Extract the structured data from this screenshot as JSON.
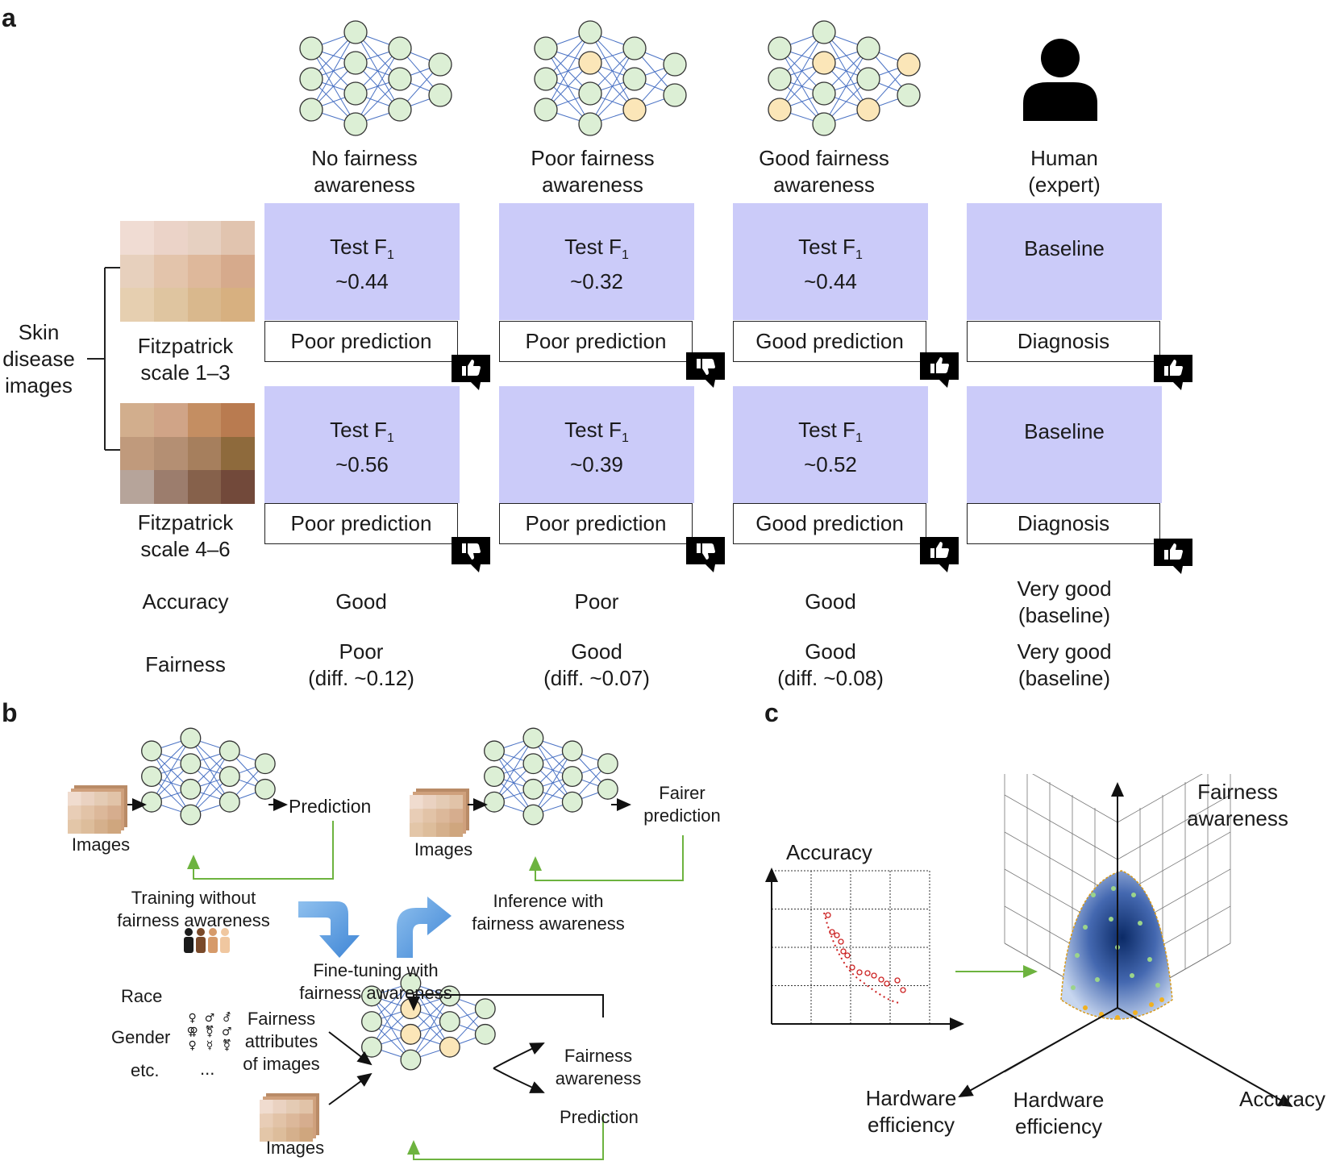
{
  "panels": {
    "a": "a",
    "b": "b",
    "c": "c"
  },
  "panel_a": {
    "columns": [
      {
        "title_line1": "No fairness",
        "title_line2": "awareness"
      },
      {
        "title_line1": "Poor fairness",
        "title_line2": "awareness"
      },
      {
        "title_line1": "Good fairness",
        "title_line2": "awareness"
      },
      {
        "title_line1": "Human",
        "title_line2": "(expert)"
      }
    ],
    "left_label": {
      "line1": "Skin",
      "line2": "disease",
      "line3": "images"
    },
    "group1": {
      "line1": "Fitzpatrick",
      "line2": "scale 1–3"
    },
    "group2": {
      "line1": "Fitzpatrick",
      "line2": "scale 4–6"
    },
    "test_label": "Test F",
    "test_sub": "1",
    "row1": [
      {
        "value": "~0.44",
        "prediction": "Poor prediction",
        "thumb": "thumbs-up"
      },
      {
        "value": "~0.32",
        "prediction": "Poor prediction",
        "thumb": "thumbs-down"
      },
      {
        "value": "~0.44",
        "prediction": "Good prediction",
        "thumb": "thumbs-up"
      },
      {
        "baseline": "Baseline",
        "prediction": "Diagnosis",
        "thumb": "thumbs-up"
      }
    ],
    "row2": [
      {
        "value": "~0.56",
        "prediction": "Poor prediction",
        "thumb": "thumbs-down"
      },
      {
        "value": "~0.39",
        "prediction": "Poor prediction",
        "thumb": "thumbs-down"
      },
      {
        "value": "~0.52",
        "prediction": "Good prediction",
        "thumb": "thumbs-up"
      },
      {
        "baseline": "Baseline",
        "prediction": "Diagnosis",
        "thumb": "thumbs-up"
      }
    ],
    "accuracy_label": "Accuracy",
    "accuracy": [
      {
        "line1": "Good",
        "line2": ""
      },
      {
        "line1": "Poor",
        "line2": ""
      },
      {
        "line1": "Good",
        "line2": ""
      },
      {
        "line1": "Very good",
        "line2": "(baseline)"
      }
    ],
    "fairness_label": "Fairness",
    "fairness": [
      {
        "line1": "Poor",
        "line2": "(diff. ~0.12)"
      },
      {
        "line1": "Good",
        "line2": "(diff. ~0.07)"
      },
      {
        "line1": "Good",
        "line2": "(diff. ~0.08)"
      },
      {
        "line1": "Very good",
        "line2": "(baseline)"
      }
    ]
  },
  "panel_b": {
    "images": "Images",
    "prediction": "Prediction",
    "fairer_line1": "Fairer",
    "fairer_line2": "prediction",
    "training_line1": "Training without",
    "training_line2": "fairness awareness",
    "inference_line1": "Inference with",
    "inference_line2": "fairness awareness",
    "finetune_line1": "Fine-tuning with",
    "finetune_line2": "fairness awareness",
    "race": "Race",
    "gender": "Gender",
    "etc": "etc.",
    "ellipsis": "...",
    "attr_line1": "Fairness",
    "attr_line2": "attributes",
    "attr_line3": "of images",
    "fa_line1": "Fairness",
    "fa_line2": "awareness",
    "prediction2": "Prediction",
    "images2": "Images",
    "gender_symbols": [
      "♀",
      "♂",
      "⚦",
      "⚢",
      "⚧",
      "♂",
      "♀",
      "☿",
      "⚧"
    ]
  },
  "panel_c": {
    "accuracy": "Accuracy",
    "hw_line1": "Hardware",
    "hw_line2": "efficiency",
    "fa_line1": "Fairness",
    "fa_line2": "awareness",
    "hw3_line1": "Hardware",
    "hw3_line2": "efficiency",
    "accuracy3": "Accuracy"
  },
  "colors": {
    "node_green": "#dcefd5",
    "node_yellow": "#fbe6b8",
    "edge_blue": "#4a72c4",
    "purple": "#cbcbf9",
    "arrow_green": "#6db33f",
    "arrow_blue": "#4a90d9",
    "pareto_red": "#cc2222"
  }
}
